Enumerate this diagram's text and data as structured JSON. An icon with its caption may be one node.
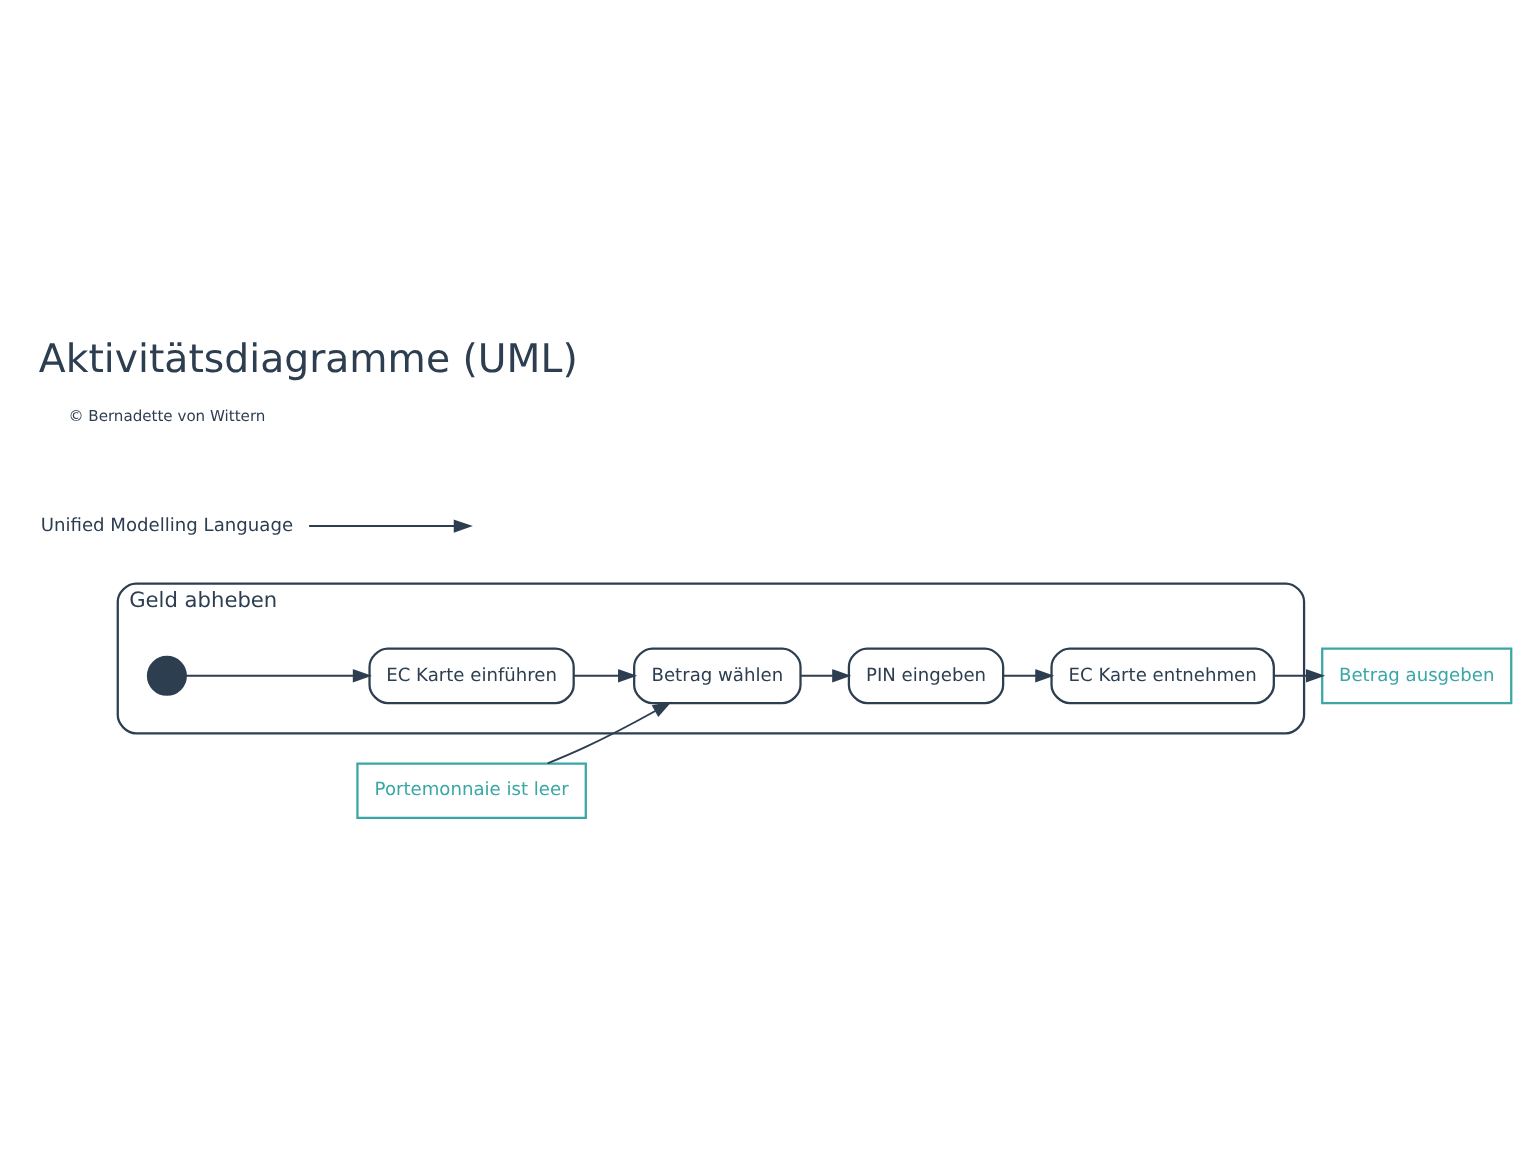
{
  "diagram": {
    "title": "Aktivitätsdiagramme (UML)",
    "nodes": [
      {
        "text": [
          "Geld abheben"
        ]
      },
      {
        "text": [
          "Portemonnaie ist leer"
        ]
      },
      {
        "text": [
          "Betrag wählen"
        ],
        "in": 0
      },
      {
        "text": [
          "PIN eingeben"
        ],
        "in": 0
      },
      {
        "text": [
          "EC Karte entnehmen"
        ],
        "in": 0
      },
      {
        "text": [
          "Betrag ausgeben"
        ]
      },
      {
        "text": [],
        "shape": "circle",
        "in": 0
      },
      {
        "text": [
          "EC Karte einführen"
        ],
        "in": 0
      },
      {
        "text": [
          "Unified Modelling Language"
        ]
      }
    ],
    "edges": [
      {
        "from": 1,
        "to": 2,
        "arrow": "to"
      },
      {
        "from": 2,
        "to": 3,
        "arrow": "to"
      },
      {
        "from": 3,
        "to": 4,
        "arrow": "to"
      },
      {
        "from": 4,
        "to": 5,
        "arrow": "to"
      },
      {
        "from": 6,
        "to": 7,
        "arrow": "to"
      },
      {
        "from": 7,
        "to": 2,
        "arrow": "to"
      },
      {
        "from": 8,
        "to": null,
        "arrow": "to"
      }
    ],
    "labels": [
      "© Bernadette von Wittern"
    ]
  }
}
